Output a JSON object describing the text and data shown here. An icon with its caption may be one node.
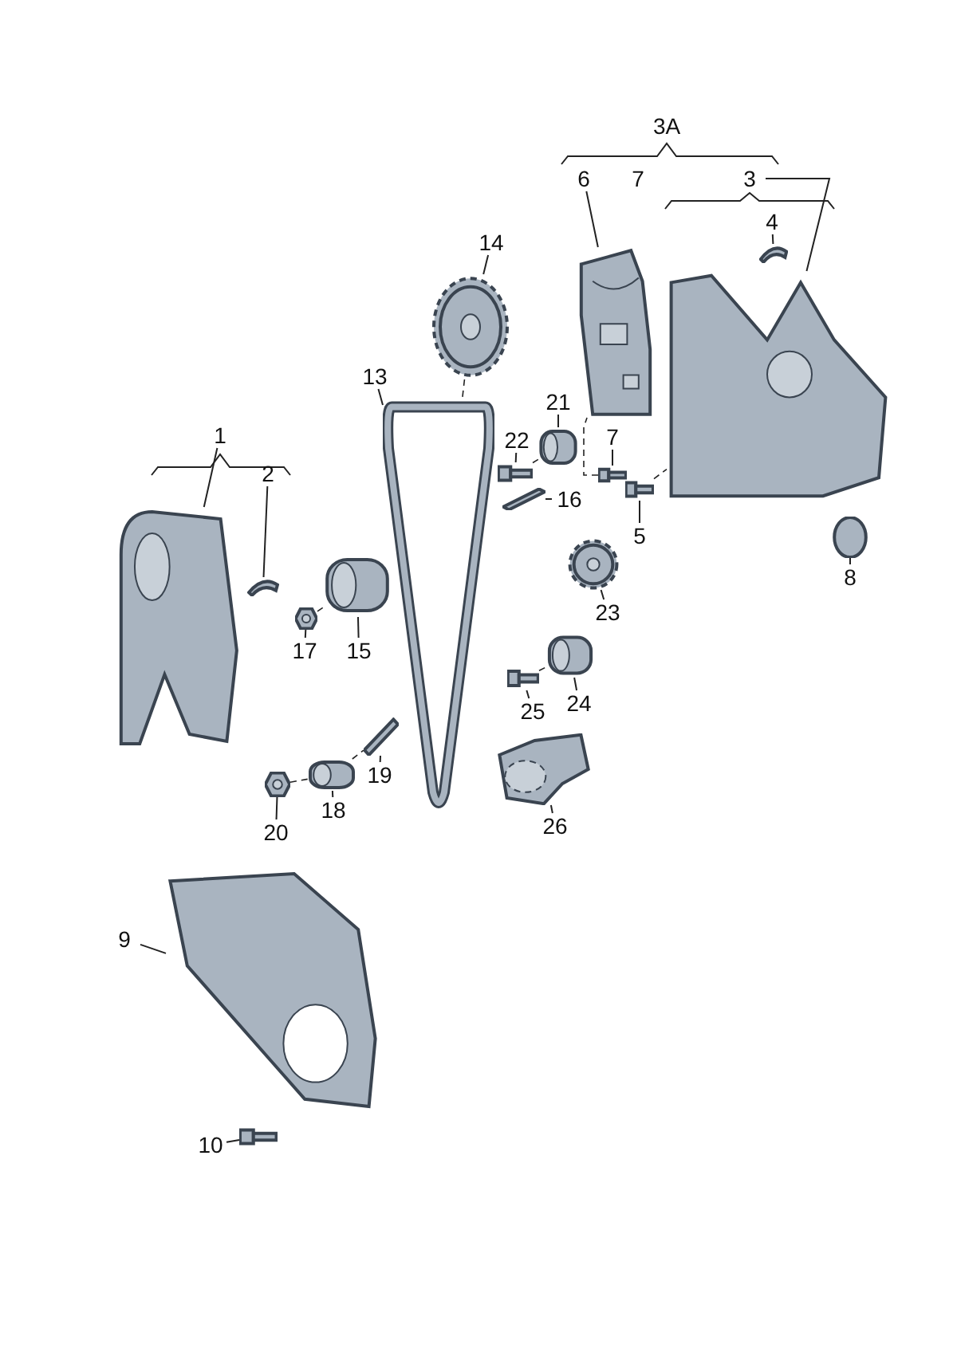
{
  "diagram": {
    "nodes": [
      {
        "text": [
          "1"
        ]
      },
      {
        "text": [],
        "shape": "picture"
      },
      {
        "text": [
          "2"
        ]
      },
      {
        "text": [],
        "shape": "picture"
      },
      {
        "text": [
          "3"
        ]
      },
      {
        "text": [],
        "shape": "picture"
      },
      {
        "text": [
          "4"
        ]
      },
      {
        "text": [],
        "shape": "picture"
      },
      {
        "text": [
          "5"
        ]
      },
      {
        "text": [],
        "shape": "picture"
      },
      {
        "text": [
          "6"
        ]
      },
      {
        "text": [],
        "shape": "picture"
      },
      {
        "text": [
          "7"
        ]
      },
      {
        "text": [],
        "shape": "picture"
      },
      {
        "text": [
          "8"
        ]
      },
      {
        "text": [],
        "shape": "circle"
      },
      {
        "text": [
          "9"
        ]
      },
      {
        "text": [],
        "shape": "picture"
      },
      {
        "text": [
          "10"
        ]
      },
      {
        "text": [],
        "shape": "picture"
      },
      {
        "text": [
          "13"
        ]
      },
      {
        "text": [],
        "shape": "picture"
      },
      {
        "text": [
          "14"
        ]
      },
      {
        "text": [],
        "shape": "picture"
      },
      {
        "text": [
          "15"
        ]
      },
      {
        "text": [],
        "shape": "picture"
      },
      {
        "text": [
          "16"
        ]
      },
      {
        "text": [],
        "shape": "picture"
      },
      {
        "text": [
          "17"
        ]
      },
      {
        "text": [],
        "shape": "picture"
      },
      {
        "text": [
          "18"
        ]
      },
      {
        "text": [],
        "shape": "picture"
      },
      {
        "text": [
          "19"
        ]
      },
      {
        "text": [],
        "shape": "picture"
      },
      {
        "text": [
          "20"
        ]
      },
      {
        "text": [],
        "shape": "picture"
      },
      {
        "text": [
          "21"
        ]
      },
      {
        "text": [],
        "shape": "picture"
      },
      {
        "text": [
          "22"
        ]
      },
      {
        "text": [],
        "shape": "picture"
      },
      {
        "text": [
          "23"
        ]
      },
      {
        "text": [],
        "shape": "picture"
      },
      {
        "text": [
          "24"
        ]
      },
      {
        "text": [],
        "shape": "picture"
      },
      {
        "text": [
          "25"
        ]
      },
      {
        "text": [],
        "shape": "picture"
      },
      {
        "text": [
          "26"
        ]
      },
      {
        "text": [],
        "shape": "picture"
      }
    ],
    "edges": [
      {
        "from": 0,
        "to": 1,
        "arrow": "none"
      },
      {
        "from": 2,
        "to": 3,
        "arrow": "none"
      },
      {
        "from": 4,
        "to": 5,
        "arrow": "none"
      },
      {
        "from": 6,
        "to": 7,
        "arrow": "none"
      },
      {
        "from": 8,
        "to": 9,
        "arrow": "none"
      },
      {
        "from": 10,
        "to": 11,
        "arrow": "none"
      },
      {
        "from": 12,
        "to": 13,
        "arrow": "none"
      },
      {
        "from": 14,
        "to": 15,
        "arrow": "none"
      },
      {
        "from": 16,
        "to": 17,
        "arrow": "none"
      },
      {
        "from": 18,
        "to": 19,
        "arrow": "none"
      },
      {
        "from": 20,
        "to": 21,
        "arrow": "none"
      },
      {
        "from": 22,
        "to": 23,
        "arrow": "none"
      },
      {
        "from": 24,
        "to": 25,
        "arrow": "none"
      },
      {
        "from": 26,
        "to": 27,
        "arrow": "none"
      },
      {
        "from": 28,
        "to": 29,
        "arrow": "none"
      },
      {
        "from": 30,
        "to": 31,
        "arrow": "none"
      },
      {
        "from": 32,
        "to": 33,
        "arrow": "none"
      },
      {
        "from": 34,
        "to": 35,
        "arrow": "none"
      },
      {
        "from": 36,
        "to": 37,
        "arrow": "none"
      },
      {
        "from": 38,
        "to": 39,
        "arrow": "none"
      },
      {
        "from": 40,
        "to": 41,
        "arrow": "none"
      },
      {
        "from": 42,
        "to": 43,
        "arrow": "none"
      },
      {
        "from": 44,
        "to": 45,
        "arrow": "none"
      },
      {
        "from": 46,
        "to": 47,
        "arrow": "none"
      },
      {
        "from": 23,
        "to": 21,
        "arrow": "none",
        "style": "dashed"
      },
      {
        "from": 39,
        "to": 37,
        "arrow": "none",
        "style": "dashed"
      },
      {
        "from": 13,
        "to": 11,
        "arrow": "none",
        "style": "dashed"
      },
      {
        "from": 9,
        "to": 5,
        "arrow": "none",
        "style": "dashed"
      },
      {
        "from": 45,
        "to": 43,
        "arrow": "none",
        "style": "dashed"
      },
      {
        "from": 35,
        "to": 31,
        "arrow": "none",
        "style": "dashed"
      },
      {
        "from": 31,
        "to": 33,
        "arrow": "none",
        "style": "dashed"
      },
      {
        "from": 29,
        "to": 25,
        "arrow": "none",
        "style": "dashed"
      }
    ],
    "labels": [
      "3A",
      "7"
    ]
  }
}
